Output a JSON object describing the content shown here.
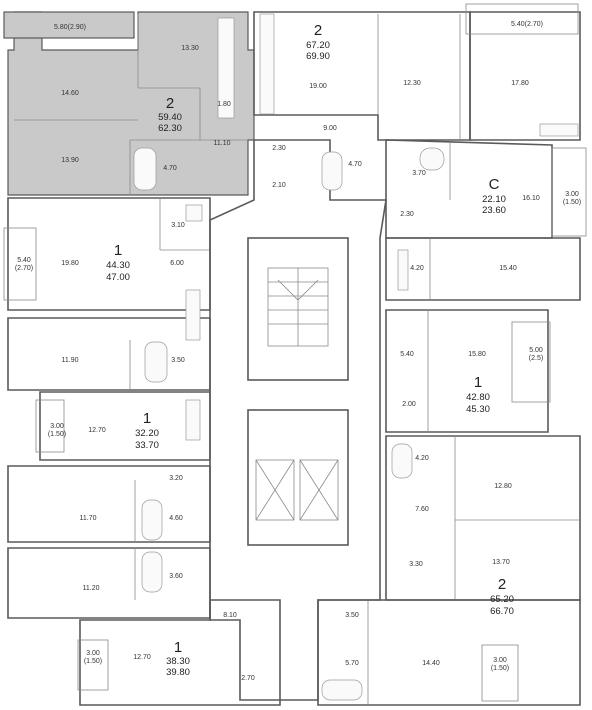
{
  "colors": {
    "selected_apartment": "#c9c9c9",
    "walls": "#5a5a5a",
    "background": "#ffffff"
  },
  "apartments": {
    "a1": {
      "type": "2",
      "area_living": "59.40",
      "area_total": "62.30"
    },
    "a2": {
      "type": "2",
      "area_living": "67.20",
      "area_total": "69.90"
    },
    "a3": {
      "type": "С",
      "area_living": "22.10",
      "area_total": "23.60"
    },
    "a4": {
      "type": "1",
      "area_living": "44.30",
      "area_total": "47.00"
    },
    "a5": {
      "type": "1",
      "area_living": "42.80",
      "area_total": "45.30"
    },
    "a6": {
      "type": "1",
      "area_living": "32.20",
      "area_total": "33.70"
    },
    "a7": {
      "type": "2",
      "area_living": "65.20",
      "area_total": "66.70"
    },
    "a8": {
      "type": "1",
      "area_living": "38.30",
      "area_total": "39.80"
    }
  },
  "rooms": {
    "r01": "5.80(2.90)",
    "r02": "13.30",
    "r03": "14.60",
    "r04": "1.80",
    "r05": "11.10",
    "r06": "13.90",
    "r07": "4.70",
    "r08": "19.00",
    "r09": "12.30",
    "r10": "5.40(2.70)",
    "r11": "17.80",
    "r12": "9.00",
    "r13": "2.30",
    "r14": "4.70",
    "r15": "2.10",
    "r16": "3.70",
    "r17": "16.10",
    "r18": "3.00",
    "r19": "(1.50)",
    "r20": "2.30",
    "r21": "3.10",
    "r22": "5.40",
    "r23": "(2.70)",
    "r24": "19.80",
    "r25": "6.00",
    "r26": "4.20",
    "r27": "15.40",
    "r28": "11.90",
    "r29": "3.50",
    "r30": "5.40",
    "r31": "15.80",
    "r32": "5.00",
    "r33": "(2.5)",
    "r34": "3.00",
    "r35": "(1.50)",
    "r36": "12.70",
    "r37": "2.00",
    "r38": "3.20",
    "r39": "4.20",
    "r40": "12.80",
    "r41": "11.70",
    "r42": "4.60",
    "r43": "7.60",
    "r44": "3.30",
    "r45": "13.70",
    "r46": "11.20",
    "r47": "3.60",
    "r48": "8.10",
    "r49": "3.50",
    "r50": "3.00",
    "r51": "(1.50)",
    "r52": "12.70",
    "r53": "5.70",
    "r54": "14.40",
    "r55": "3.00",
    "r56": "(1.50)",
    "r57": "2.70"
  }
}
